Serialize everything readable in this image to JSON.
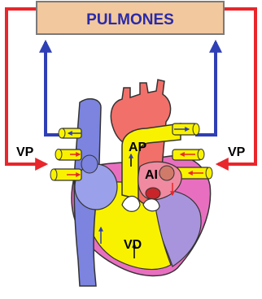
{
  "title": "PULMONES",
  "labels": {
    "vp_left": "VP",
    "vp_right": "VP",
    "ap": "AP",
    "ai": "AI",
    "vd": "VD"
  },
  "colors": {
    "lungs_box": "#f2c89e",
    "title_text": "#2a2aa8",
    "circuit_red": "#e8262b",
    "circuit_blue": "#2f3fb5",
    "vena_cava": "#7c84e0",
    "aorta": "#f2706a",
    "pulmonary_artery": "#f8f200",
    "pericardium": "#e86fc0",
    "left_ventricle": "#a894dc",
    "label_black": "#000000"
  }
}
